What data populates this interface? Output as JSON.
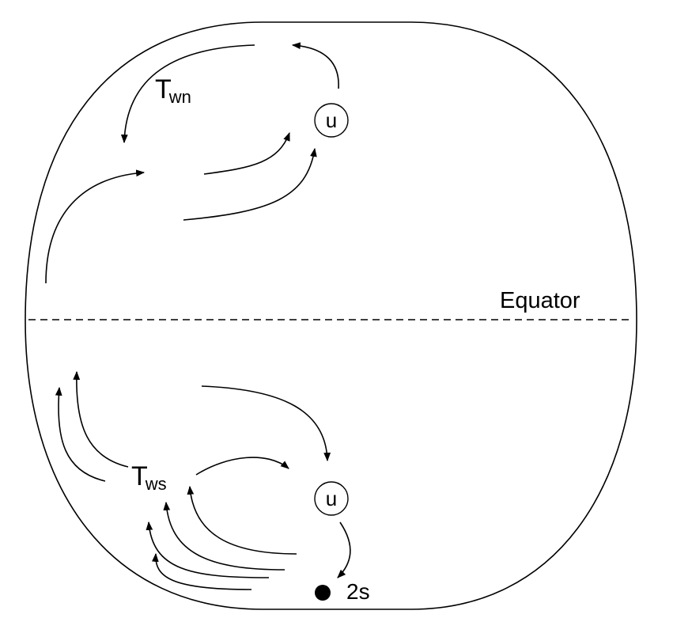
{
  "labels": {
    "equator": "Equator",
    "t_north_main": "T",
    "t_north_sub": "wn",
    "t_south_main": "T",
    "t_south_sub": "ws",
    "u_north": "u",
    "u_south": "u",
    "point_label": "2s"
  },
  "colors": {
    "stroke": "#000000",
    "background": "#ffffff"
  }
}
